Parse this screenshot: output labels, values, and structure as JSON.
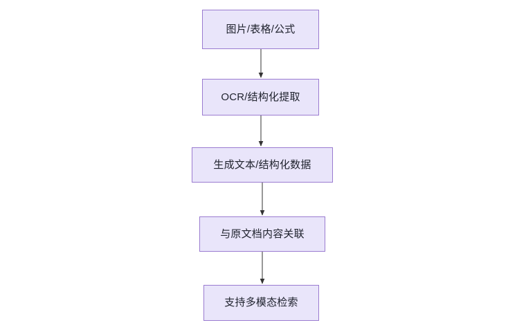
{
  "diagram": {
    "title": "",
    "type": "flowchart",
    "orientation": "vertical-top-to-bottom",
    "background_color": "#ffffff",
    "node_style": {
      "fill_color": "#e9e5fa",
      "border_color": "#9a7bd0",
      "text_color": "#20232e"
    },
    "edge_style": {
      "line_color": "#6b6b6b",
      "arrowhead_color": "#333333"
    },
    "nodes": [
      {
        "id": "node-1",
        "label": "图片/表格/公式"
      },
      {
        "id": "node-2",
        "label": "OCR/结构化提取"
      },
      {
        "id": "node-3",
        "label": "生成文本/结构化数据"
      },
      {
        "id": "node-4",
        "label": "与原文档内容关联"
      },
      {
        "id": "node-5",
        "label": "支持多模态检索"
      }
    ],
    "edges": [
      {
        "id": "edge-1",
        "from": "node-1",
        "to": "node-2",
        "label": ""
      },
      {
        "id": "edge-2",
        "from": "node-2",
        "to": "node-3",
        "label": ""
      },
      {
        "id": "edge-3",
        "from": "node-3",
        "to": "node-4",
        "label": ""
      },
      {
        "id": "edge-4",
        "from": "node-4",
        "to": "node-5",
        "label": ""
      }
    ]
  }
}
